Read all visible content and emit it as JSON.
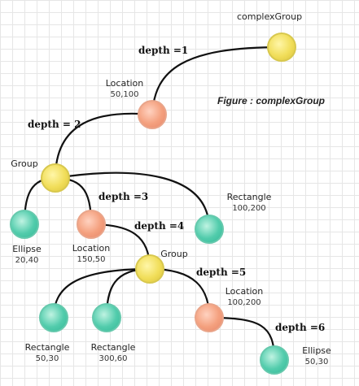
{
  "caption": "Figure : complexGroup",
  "nodes": [
    {
      "id": "complexGroup",
      "name": "complexGroup",
      "value": "",
      "color": "yellow"
    },
    {
      "id": "location1",
      "name": "Location",
      "value": "50,100",
      "color": "orange"
    },
    {
      "id": "group1",
      "name": "Group",
      "value": "",
      "color": "yellow"
    },
    {
      "id": "ellipse1",
      "name": "Ellipse",
      "value": "20,40",
      "color": "teal"
    },
    {
      "id": "location2",
      "name": "Location",
      "value": "150,50",
      "color": "orange"
    },
    {
      "id": "rectangle1",
      "name": "Rectangle",
      "value": "100,200",
      "color": "teal"
    },
    {
      "id": "group2",
      "name": "Group",
      "value": "",
      "color": "yellow"
    },
    {
      "id": "rectangle2",
      "name": "Rectangle",
      "value": "50,30",
      "color": "teal"
    },
    {
      "id": "rectangle3",
      "name": "Rectangle",
      "value": "300,60",
      "color": "teal"
    },
    {
      "id": "location3",
      "name": "Location",
      "value": "100,200",
      "color": "orange"
    },
    {
      "id": "ellipse2",
      "name": "Ellipse",
      "value": "50,30",
      "color": "teal"
    }
  ],
  "edges": [
    [
      "complexGroup",
      "location1"
    ],
    [
      "location1",
      "group1"
    ],
    [
      "group1",
      "ellipse1"
    ],
    [
      "group1",
      "location2"
    ],
    [
      "group1",
      "rectangle1"
    ],
    [
      "location2",
      "group2"
    ],
    [
      "group2",
      "rectangle2"
    ],
    [
      "group2",
      "rectangle3"
    ],
    [
      "group2",
      "location3"
    ],
    [
      "location3",
      "ellipse2"
    ]
  ],
  "depths": [
    "depth =1",
    "depth = 2",
    "depth =3",
    "depth =4",
    "depth =5",
    "depth =6"
  ]
}
